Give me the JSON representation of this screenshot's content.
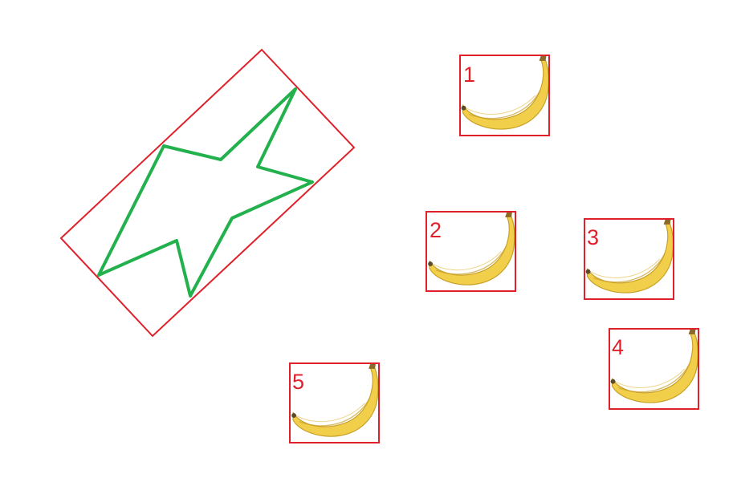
{
  "colors": {
    "background": "#ffffff",
    "box_stroke": "#e0202a",
    "star_stroke": "#22b14c",
    "label": "#e0202a",
    "banana_fill": "#f2cf4a",
    "banana_shade": "#c9a028",
    "banana_stem": "#8a6a2a"
  },
  "icons": {
    "star": "star-outline-icon",
    "banana": "banana-icon"
  },
  "boxes": [
    {
      "label": "1"
    },
    {
      "label": "2"
    },
    {
      "label": "3"
    },
    {
      "label": "4"
    },
    {
      "label": "5"
    }
  ]
}
